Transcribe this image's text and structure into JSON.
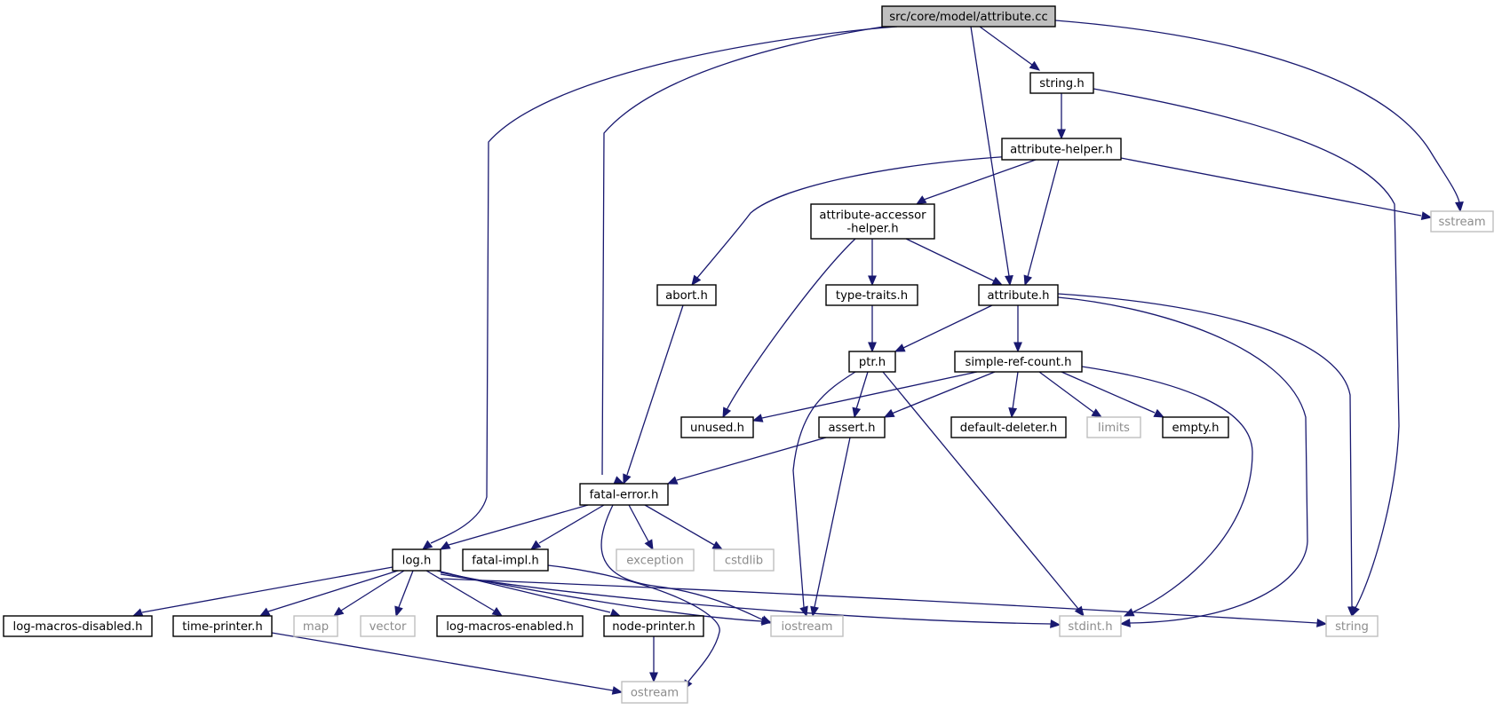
{
  "graph": {
    "root": "src/core/model/attribute.cc",
    "colors": {
      "edge": "#191970",
      "root_fill": "#bfbfbf",
      "local_border": "#000000",
      "system_border": "#bfbfbf",
      "system_text": "#8c8c8c"
    },
    "nodes": [
      {
        "id": "attribute_cc",
        "label": "src/core/model/attribute.cc",
        "kind": "root"
      },
      {
        "id": "string_h",
        "label": "string.h",
        "kind": "local"
      },
      {
        "id": "attribute_helper_h",
        "label": "attribute-helper.h",
        "kind": "local"
      },
      {
        "id": "sstream",
        "label": "sstream",
        "kind": "system"
      },
      {
        "id": "attribute_accessor_helper_h",
        "label": "attribute-accessor\n-helper.h",
        "kind": "local"
      },
      {
        "id": "abort_h",
        "label": "abort.h",
        "kind": "local"
      },
      {
        "id": "type_traits_h",
        "label": "type-traits.h",
        "kind": "local"
      },
      {
        "id": "attribute_h",
        "label": "attribute.h",
        "kind": "local"
      },
      {
        "id": "ptr_h",
        "label": "ptr.h",
        "kind": "local"
      },
      {
        "id": "simple_ref_count_h",
        "label": "simple-ref-count.h",
        "kind": "local"
      },
      {
        "id": "unused_h",
        "label": "unused.h",
        "kind": "local"
      },
      {
        "id": "assert_h",
        "label": "assert.h",
        "kind": "local"
      },
      {
        "id": "default_deleter_h",
        "label": "default-deleter.h",
        "kind": "local"
      },
      {
        "id": "limits",
        "label": "limits",
        "kind": "system"
      },
      {
        "id": "empty_h",
        "label": "empty.h",
        "kind": "local"
      },
      {
        "id": "fatal_error_h",
        "label": "fatal-error.h",
        "kind": "local"
      },
      {
        "id": "log_h",
        "label": "log.h",
        "kind": "local"
      },
      {
        "id": "fatal_impl_h",
        "label": "fatal-impl.h",
        "kind": "local"
      },
      {
        "id": "exception",
        "label": "exception",
        "kind": "system"
      },
      {
        "id": "cstdlib",
        "label": "cstdlib",
        "kind": "system"
      },
      {
        "id": "log_macros_disabled_h",
        "label": "log-macros-disabled.h",
        "kind": "local"
      },
      {
        "id": "time_printer_h",
        "label": "time-printer.h",
        "kind": "local"
      },
      {
        "id": "map",
        "label": "map",
        "kind": "system"
      },
      {
        "id": "vector",
        "label": "vector",
        "kind": "system"
      },
      {
        "id": "log_macros_enabled_h",
        "label": "log-macros-enabled.h",
        "kind": "local"
      },
      {
        "id": "node_printer_h",
        "label": "node-printer.h",
        "kind": "local"
      },
      {
        "id": "iostream",
        "label": "iostream",
        "kind": "system"
      },
      {
        "id": "stdint_h",
        "label": "stdint.h",
        "kind": "system"
      },
      {
        "id": "string",
        "label": "string",
        "kind": "system"
      },
      {
        "id": "ostream",
        "label": "ostream",
        "kind": "system"
      }
    ],
    "edges": [
      [
        "attribute_cc",
        "string_h"
      ],
      [
        "attribute_cc",
        "log_h"
      ],
      [
        "attribute_cc",
        "fatal_error_h"
      ],
      [
        "attribute_cc",
        "attribute_h"
      ],
      [
        "attribute_cc",
        "sstream"
      ],
      [
        "string_h",
        "attribute_helper_h"
      ],
      [
        "string_h",
        "string"
      ],
      [
        "attribute_helper_h",
        "abort_h"
      ],
      [
        "attribute_helper_h",
        "attribute_accessor_helper_h"
      ],
      [
        "attribute_helper_h",
        "attribute_h"
      ],
      [
        "attribute_helper_h",
        "sstream"
      ],
      [
        "attribute_accessor_helper_h",
        "type_traits_h"
      ],
      [
        "attribute_accessor_helper_h",
        "attribute_h"
      ],
      [
        "attribute_accessor_helper_h",
        "unused_h"
      ],
      [
        "type_traits_h",
        "ptr_h"
      ],
      [
        "attribute_h",
        "ptr_h"
      ],
      [
        "attribute_h",
        "simple_ref_count_h"
      ],
      [
        "attribute_h",
        "stdint_h"
      ],
      [
        "attribute_h",
        "string"
      ],
      [
        "abort_h",
        "fatal_error_h"
      ],
      [
        "ptr_h",
        "assert_h"
      ],
      [
        "ptr_h",
        "iostream"
      ],
      [
        "ptr_h",
        "stdint_h"
      ],
      [
        "simple_ref_count_h",
        "unused_h"
      ],
      [
        "simple_ref_count_h",
        "assert_h"
      ],
      [
        "simple_ref_count_h",
        "default_deleter_h"
      ],
      [
        "simple_ref_count_h",
        "limits"
      ],
      [
        "simple_ref_count_h",
        "empty_h"
      ],
      [
        "simple_ref_count_h",
        "stdint_h"
      ],
      [
        "assert_h",
        "fatal_error_h"
      ],
      [
        "assert_h",
        "iostream"
      ],
      [
        "fatal_error_h",
        "log_h"
      ],
      [
        "fatal_error_h",
        "fatal_impl_h"
      ],
      [
        "fatal_error_h",
        "exception"
      ],
      [
        "fatal_error_h",
        "cstdlib"
      ],
      [
        "fatal_error_h",
        "iostream"
      ],
      [
        "fatal_impl_h",
        "ostream"
      ],
      [
        "log_h",
        "log_macros_disabled_h"
      ],
      [
        "log_h",
        "time_printer_h"
      ],
      [
        "log_h",
        "map"
      ],
      [
        "log_h",
        "vector"
      ],
      [
        "log_h",
        "log_macros_enabled_h"
      ],
      [
        "log_h",
        "node_printer_h"
      ],
      [
        "log_h",
        "iostream"
      ],
      [
        "log_h",
        "stdint_h"
      ],
      [
        "log_h",
        "string"
      ],
      [
        "time_printer_h",
        "ostream"
      ],
      [
        "node_printer_h",
        "ostream"
      ]
    ]
  }
}
